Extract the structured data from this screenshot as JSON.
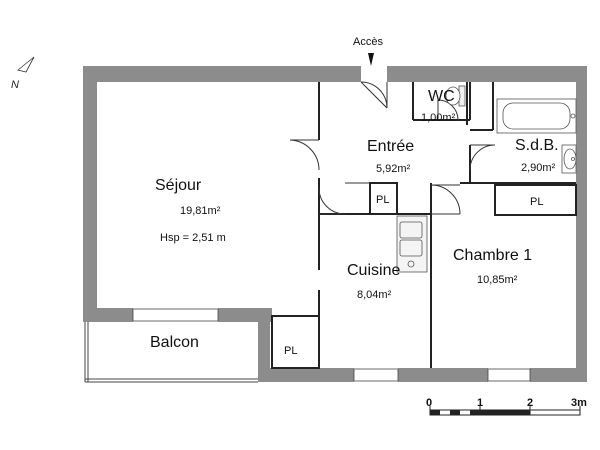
{
  "compass": {
    "north_label": "N"
  },
  "access": {
    "label": "Accès"
  },
  "rooms": {
    "sejour": {
      "name": "Séjour",
      "area": "19,81m²",
      "hsp": "Hsp = 2,51 m"
    },
    "entree": {
      "name": "Entrée",
      "area": "5,92m²"
    },
    "wc": {
      "name": "WC",
      "area": "1,00m²"
    },
    "sdb": {
      "name": "S.d.B.",
      "area": "2,90m²"
    },
    "cuisine": {
      "name": "Cuisine",
      "area": "8,04m²"
    },
    "chambre1": {
      "name": "Chambre 1",
      "area": "10,85m²"
    },
    "balcon": {
      "name": "Balcon"
    }
  },
  "closets": {
    "pl_entree": "PL",
    "pl_chambre": "PL",
    "pl_balcon": "PL"
  },
  "scale": {
    "t0": "0",
    "t1": "1",
    "t2": "2",
    "t3": "3m"
  }
}
